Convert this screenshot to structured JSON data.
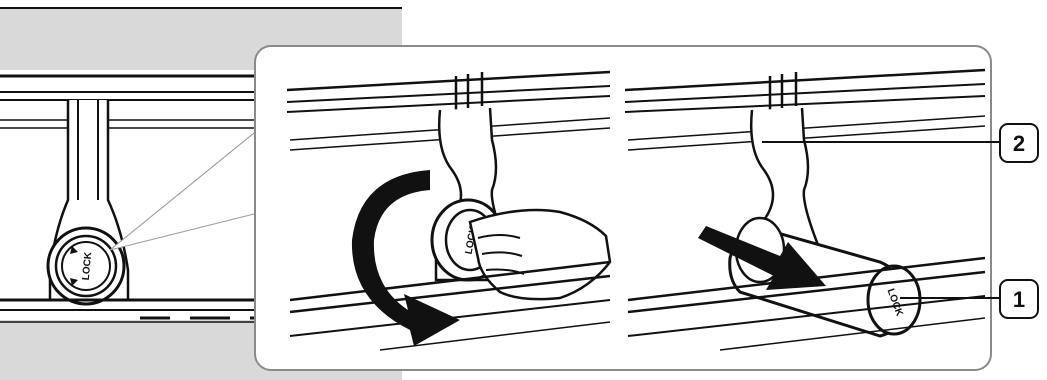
{
  "figure": {
    "knob_text_left": "LOCK",
    "knob_text_middle": "LOCK",
    "knob_text_right": "LOCK",
    "callouts": [
      {
        "label": "2",
        "points_to": "hanger-bracket"
      },
      {
        "label": "1",
        "points_to": "filter-cap"
      }
    ]
  },
  "colors": {
    "background": "#ffffff",
    "overview_panel": "#d9d9d9",
    "ink": "#111111"
  }
}
